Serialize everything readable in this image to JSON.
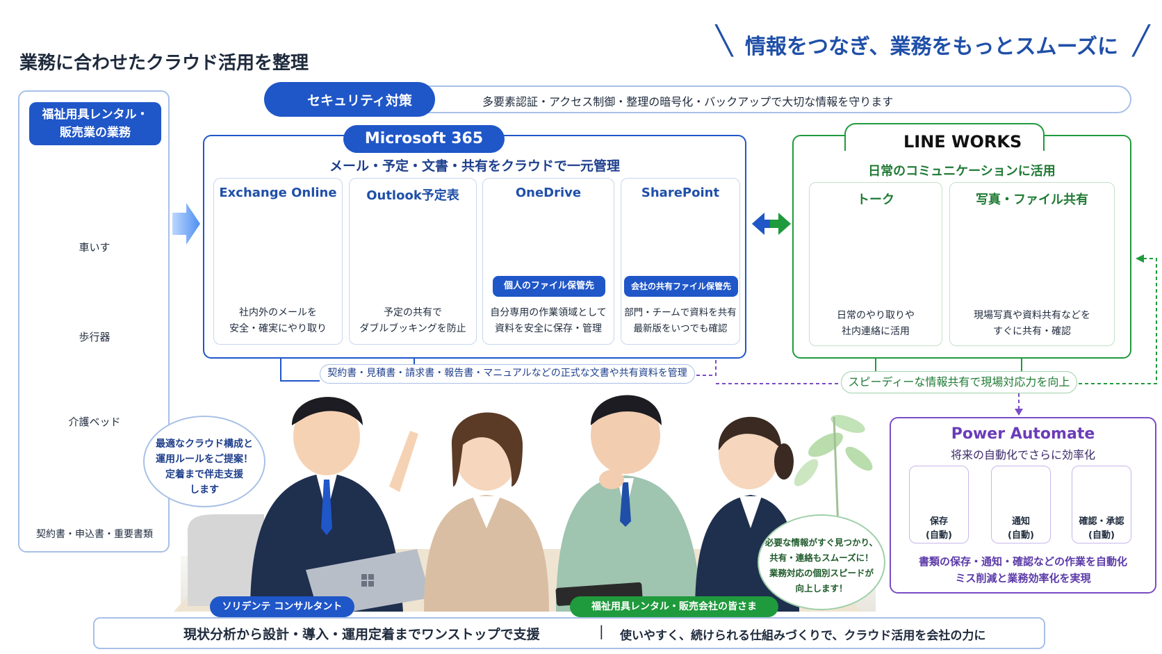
{
  "header": {
    "page_title": "業務に合わせたクラウド活用を整理",
    "tagline": "情報をつなぎ、業務をもっとスムーズに"
  },
  "left": {
    "badge_line1": "福祉用具レンタル・",
    "badge_line2": "販売業の業務",
    "items": [
      {
        "label": "車いす",
        "icon": "wheelchair-icon"
      },
      {
        "label": "歩行器",
        "icon": "walker-icon"
      },
      {
        "label": "介護ベッド",
        "icon": "care-bed-icon"
      },
      {
        "label": "契約書・申込書・重要書類",
        "icon": "documents-icon"
      }
    ]
  },
  "security": {
    "title": "セキュリティ対策",
    "description": "多要素認証・アクセス制御・整理の暗号化・バックアップで大切な情報を守ります"
  },
  "m365": {
    "title": "Microsoft 365",
    "subtitle": "メール・予定・文書・共有をクラウドで一元管理",
    "apps": [
      {
        "name": "Exchange Online",
        "desc1": "社内外のメールを",
        "desc2": "安全・確実にやり取り"
      },
      {
        "name": "Outlook予定表",
        "desc1": "予定の共有で",
        "desc2": "ダブルブッキングを防止"
      },
      {
        "name": "OneDrive",
        "badge": "個人のファイル保管先",
        "desc1": "自分専用の作業領域として",
        "desc2": "資料を安全に保存・管理"
      },
      {
        "name": "SharePoint",
        "badge": "会社の共有ファイル保管先",
        "desc1": "部門・チームで資料を共有",
        "desc2": "最新版をいつでも確認"
      }
    ],
    "note": "契約書・見積書・請求書・報告書・マニュアルなどの正式な文書や共有資料を管理"
  },
  "lineworks": {
    "title": "LINE WORKS",
    "subtitle": "日常のコミュニケーションに活用",
    "cards": [
      {
        "name": "トーク",
        "desc1": "日常のやり取りや",
        "desc2": "社内連絡に活用"
      },
      {
        "name": "写真・ファイル共有",
        "desc1": "現場写真や資料共有などを",
        "desc2": "すぐに共有・確認"
      }
    ],
    "note": "スピーディーな情報共有で現場対応力を向上"
  },
  "power_automate": {
    "title": "Power Automate",
    "subtitle": "将来の自動化でさらに効率化",
    "steps": [
      {
        "label1": "保存",
        "label2": "(自動)",
        "icon": "folder-icon"
      },
      {
        "label1": "通知",
        "label2": "(自動)",
        "icon": "bell-icon"
      },
      {
        "label1": "確認・承認",
        "label2": "(自動)",
        "icon": "check-icon"
      }
    ],
    "desc1": "書類の保存・通知・確認などの作業を自動化",
    "desc2": "ミス削減と業務効率化を実現"
  },
  "bubbles": {
    "consultant": [
      "最適なクラウド構成と",
      "運用ルールをご提案！",
      "定着まで伴走支援",
      "します"
    ],
    "customer": [
      "必要な情報がすぐ見つかり、",
      "共有・連絡もスムーズに！",
      "業務対応の個別スピードが",
      "向上します！"
    ]
  },
  "tags": {
    "consultant": "ソリデンテ コンサルタント",
    "customer": "福祉用具レンタル・販売会社の皆さま"
  },
  "footer": {
    "left": "現状分析から設計・導入・運用定着までワンストップで支援",
    "separator": "|",
    "right": "使いやすく、続けられる仕組みづくりで、クラウド活用を会社の力に"
  },
  "colors": {
    "primary_blue": "#1f56c8",
    "green": "#1f9a3c",
    "purple": "#7a4cc4"
  }
}
